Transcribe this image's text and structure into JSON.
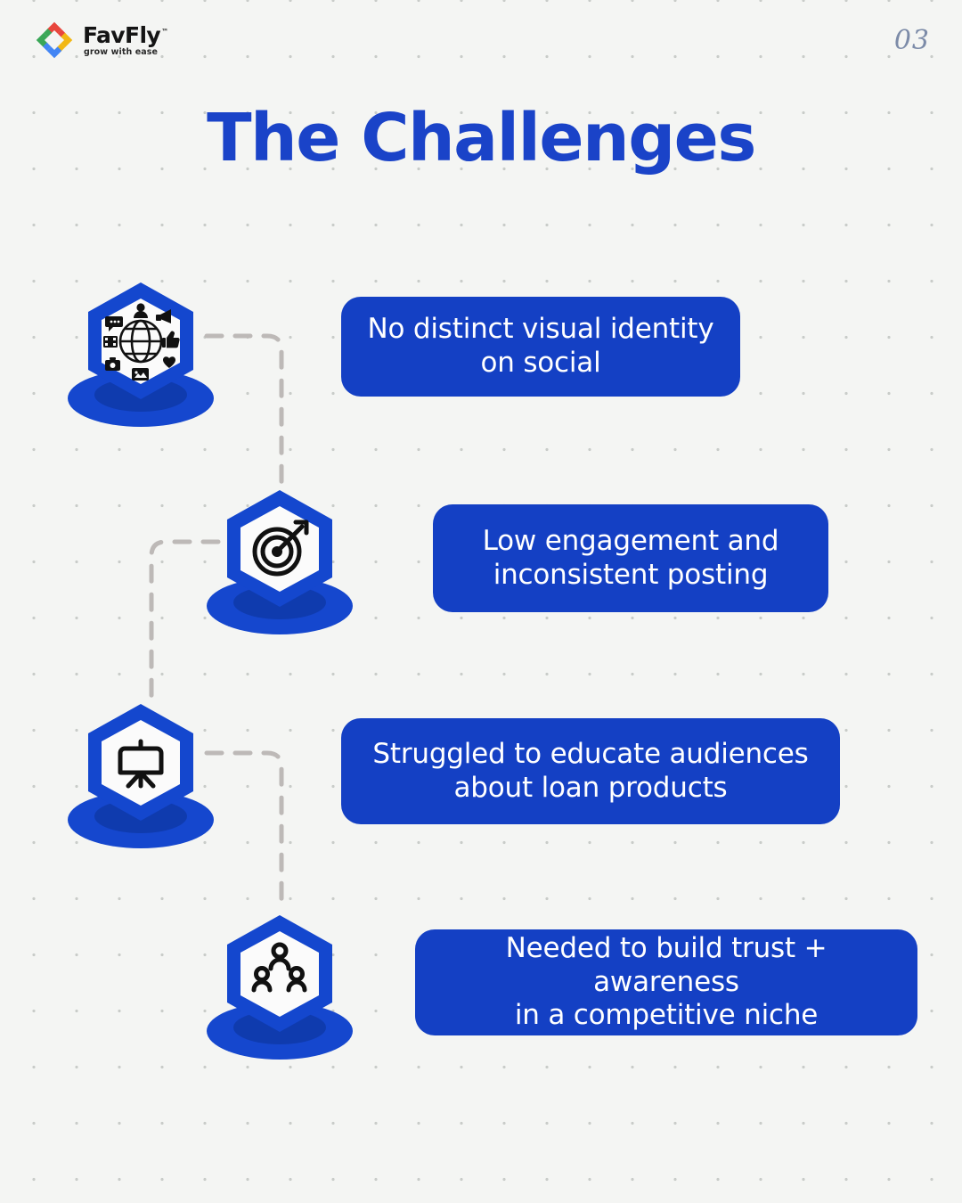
{
  "brand": {
    "logo_name": "FavFly",
    "logo_trademark": "™",
    "tagline": "grow with ease",
    "logo_colors": {
      "top": "#E8453C",
      "left": "#3AA757",
      "right": "#F2B713",
      "bottom": "#4285F4"
    }
  },
  "header": {
    "page_number": "03"
  },
  "title": "The Challenges",
  "theme": {
    "background": "#F4F5F3",
    "dot_color": "#C9CCC9",
    "title_blue": "#1A43C8",
    "pill_blue": "#1440C4",
    "hex_blue": "#1447CE",
    "shadow_outer": "#1547CE",
    "shadow_inner": "#0F3BAE",
    "connector_gray": "#BDB9B7",
    "page_number_color": "#7C8BA8"
  },
  "items": [
    {
      "icon_name": "social-globe-icon",
      "line1": "No distinct visual identity",
      "line2": "on social"
    },
    {
      "icon_name": "target-arrow-icon",
      "line1": "Low engagement and",
      "line2": "inconsistent posting"
    },
    {
      "icon_name": "presentation-easel-icon",
      "line1": "Struggled to educate audiences",
      "line2": "about loan products"
    },
    {
      "icon_name": "team-group-icon",
      "line1": "Needed to build trust + awareness",
      "line2": "in a competitive niche"
    }
  ]
}
